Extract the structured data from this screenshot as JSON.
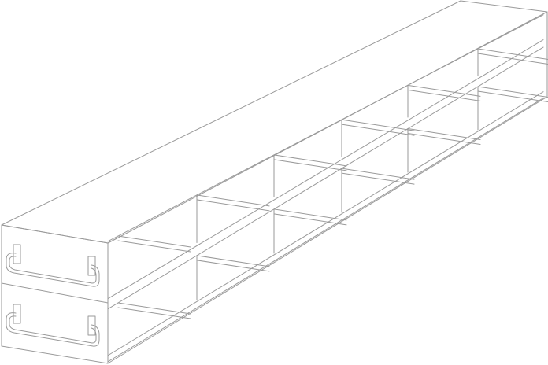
{
  "drawing": {
    "stroke_color": "#9a9a9a",
    "fill_color": "#ffffff",
    "tab_fill": "#d8d8d8",
    "drawer_count": 2,
    "columns": 6,
    "rows": 2
  }
}
